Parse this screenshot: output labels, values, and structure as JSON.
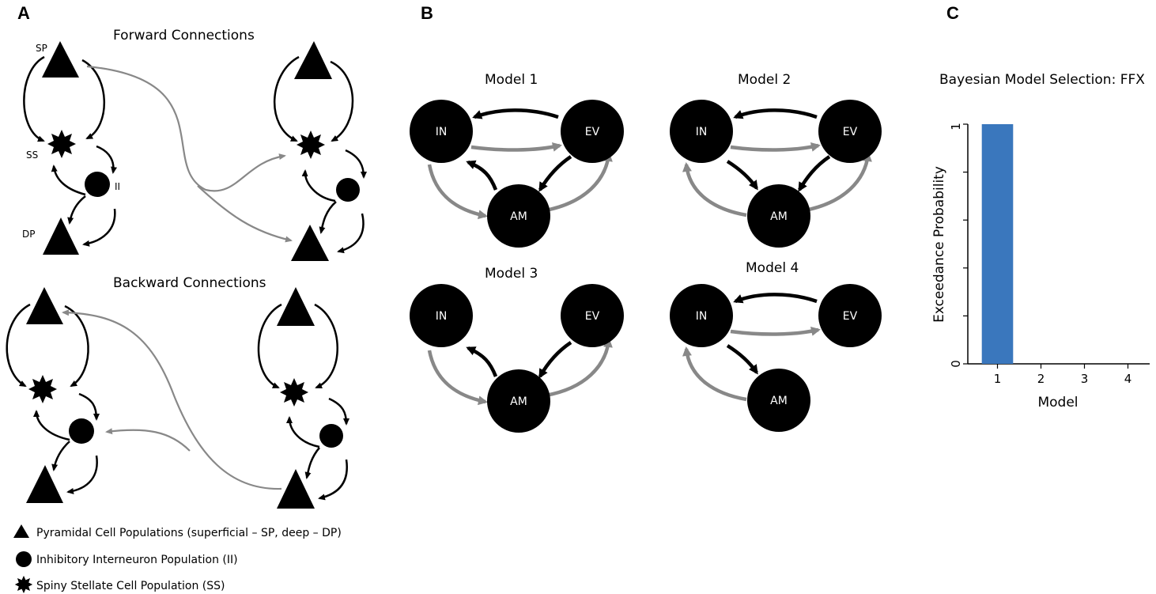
{
  "panels": {
    "a": {
      "letter": "A",
      "forward_title": "Forward Connections",
      "backward_title": "Backward Connections",
      "labels": {
        "sp": "SP",
        "ss": "SS",
        "ii": "II",
        "dp": "DP"
      },
      "legend": [
        {
          "icon": "triangle",
          "text": "Pyramidal Cell Populations (superficial – SP, deep – DP)"
        },
        {
          "icon": "circle",
          "text": "Inhibitory Interneuron Population (II)"
        },
        {
          "icon": "star",
          "text": "Spiny Stellate Cell Population (SS)"
        }
      ]
    },
    "b": {
      "letter": "B",
      "models": [
        {
          "title": "Model 1",
          "nodes": [
            "IN",
            "EV",
            "AM"
          ]
        },
        {
          "title": "Model 2",
          "nodes": [
            "IN",
            "EV",
            "AM"
          ]
        },
        {
          "title": "Model 3",
          "nodes": [
            "IN",
            "EV",
            "AM"
          ]
        },
        {
          "title": "Model 4",
          "nodes": [
            "IN",
            "EV",
            "AM"
          ]
        }
      ]
    },
    "c": {
      "letter": "C"
    }
  },
  "colors": {
    "bar": "#3a77bd",
    "node": "#000000",
    "gray_arrow": "#888888",
    "black_arrow": "#000000"
  },
  "chart_data": {
    "type": "bar",
    "title": "Bayesian Model Selection: FFX",
    "xlabel": "Model",
    "ylabel": "Exceedance Probability",
    "categories": [
      "1",
      "2",
      "3",
      "4"
    ],
    "values": [
      1,
      0,
      0,
      0
    ],
    "ylim": [
      0,
      1
    ],
    "yticks": [
      "0",
      "1"
    ],
    "grid": false
  }
}
